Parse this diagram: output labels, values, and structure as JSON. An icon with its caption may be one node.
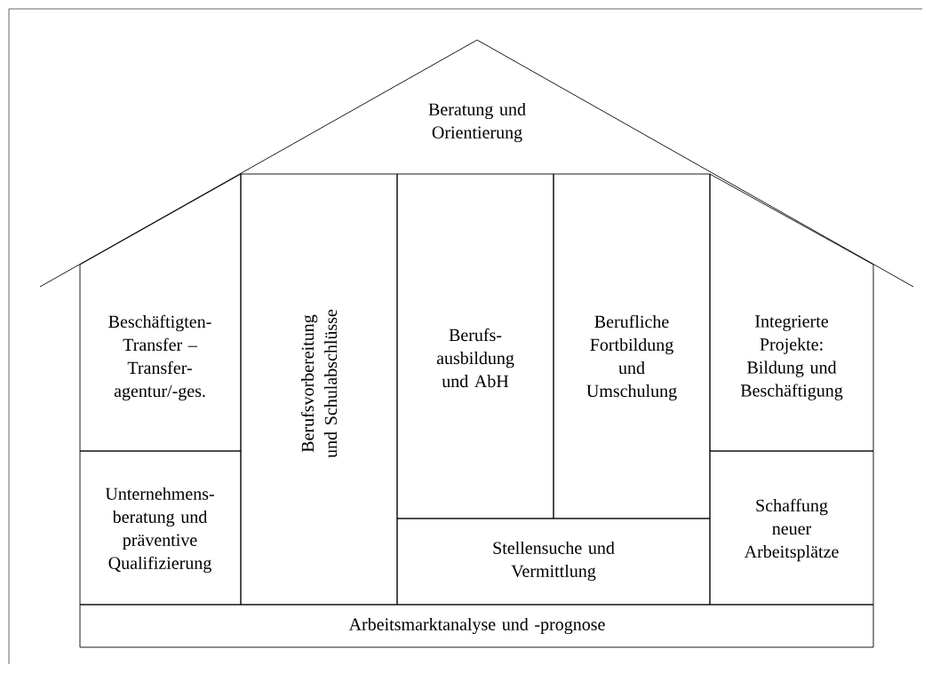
{
  "diagram": {
    "nodes": [
      {
        "text": [
          "Beratung und Orientierung"
        ]
      },
      {
        "text": [
          "Beschäftigten- Transfer – Transfer- agentur/-ges."
        ]
      },
      {
        "text": [
          "Berufsvorbereitung und Schulabschlüsse"
        ]
      },
      {
        "text": [
          "Berufs- ausbildung und AbH"
        ]
      },
      {
        "text": [
          "Berufliche Fortbildung und Umschulung"
        ]
      },
      {
        "text": [
          "Integrierte Projekte: Bildung und Beschäftigung"
        ]
      },
      {
        "text": [
          "Unternehmens- beratung und präventive Qualifizierung"
        ]
      },
      {
        "text": [
          "Stellensuche und Vermittlung"
        ]
      },
      {
        "text": [
          "Schaffung neuer Arbeitsplätze"
        ]
      },
      {
        "text": [
          "Arbeitsmarktanalyse und -prognose"
        ]
      }
    ]
  }
}
